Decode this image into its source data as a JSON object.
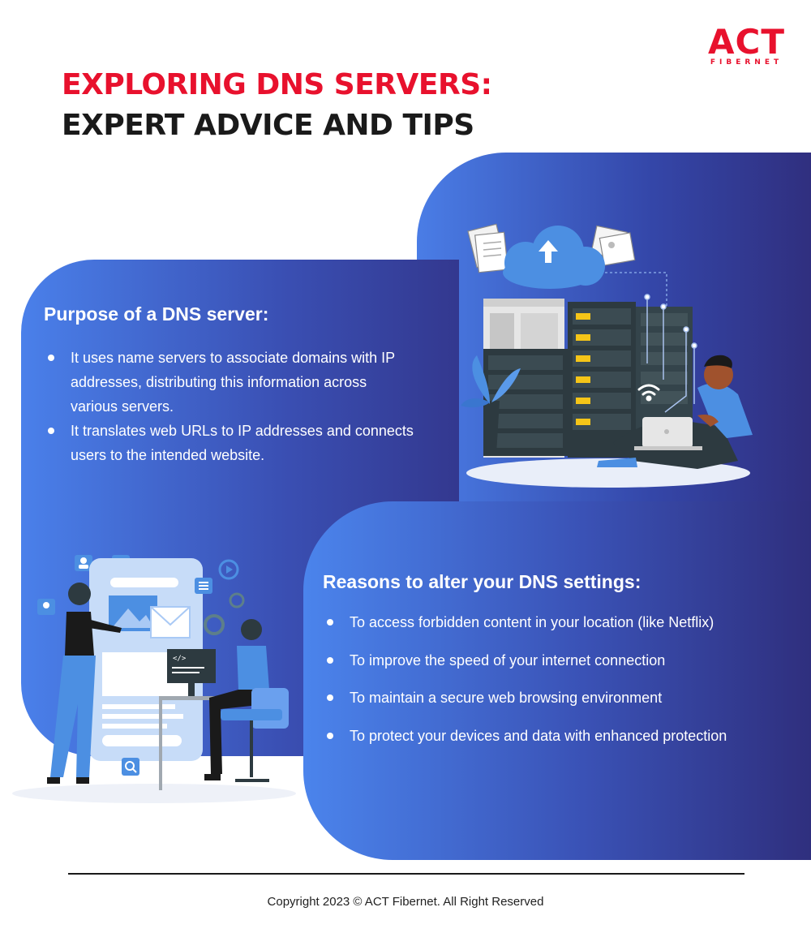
{
  "brand": {
    "name": "ACT",
    "sub": "FIBERNET"
  },
  "title": {
    "line1": "EXPLORING DNS SERVERS:",
    "line2": "EXPERT ADVICE AND TIPS"
  },
  "purpose": {
    "heading": "Purpose of a DNS server:",
    "items": [
      "It uses name servers to associate domains with IP addresses, distributing this information across various servers.",
      "It translates web URLs to IP addresses and connects users to the intended website."
    ]
  },
  "reasons": {
    "heading": "Reasons to alter your DNS settings:",
    "items": [
      "To access forbidden content in your location (like Netflix)",
      "To improve the speed of your internet connection",
      "To maintain a secure web browsing environment",
      "To protect your devices and data with enhanced protection"
    ]
  },
  "colors": {
    "brand_red": "#e8112d",
    "panel_blue": "#4a7de6",
    "panel_navy": "#302f7f"
  },
  "icons": [
    "cloud-upload-icon",
    "server-rack-icon",
    "wifi-icon",
    "laptop-icon",
    "plant-icon",
    "search-icon",
    "location-pin-icon",
    "user-icon",
    "gear-icon",
    "code-icon",
    "play-icon",
    "image-icon",
    "mail-icon",
    "menu-icon",
    "home-icon"
  ],
  "footer": {
    "copyright": "Copyright 2023 © ACT Fibernet. All Right Reserved"
  }
}
